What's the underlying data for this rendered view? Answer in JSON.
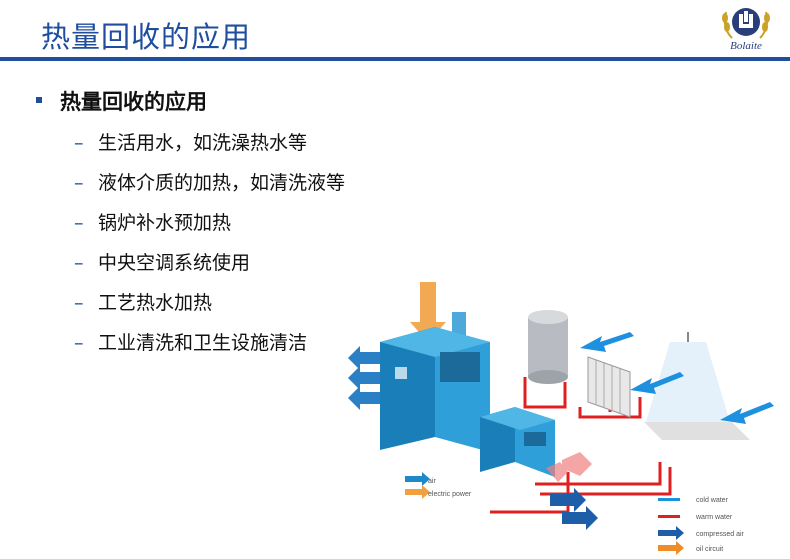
{
  "header": {
    "title": "热量回收的应用",
    "logo_text": "Bolaite"
  },
  "content": {
    "main_bullet": "热量回收的应用",
    "sub_bullets": [
      "生活用水，如洗澡热水等",
      "液体介质的加热，如清洗液等",
      "锅炉补水预加热",
      "中央空调系统使用",
      "工艺热水加热",
      "工业清洗和卫生设施清洁"
    ]
  },
  "diagram": {
    "legend_left": [
      {
        "label": "air",
        "color": "#1e88c8"
      },
      {
        "label": "electric power",
        "color": "#f0a040"
      }
    ],
    "legend_right": [
      {
        "label": "cold water",
        "color": "#1e90e0"
      },
      {
        "label": "warm water",
        "color": "#e02020"
      },
      {
        "label": "compressed air",
        "color": "#1e5ea8"
      },
      {
        "label": "oil circuit",
        "color": "#f08c28"
      }
    ]
  },
  "colors": {
    "accent": "#1f4e9e",
    "pipe_red": "#e02020"
  }
}
